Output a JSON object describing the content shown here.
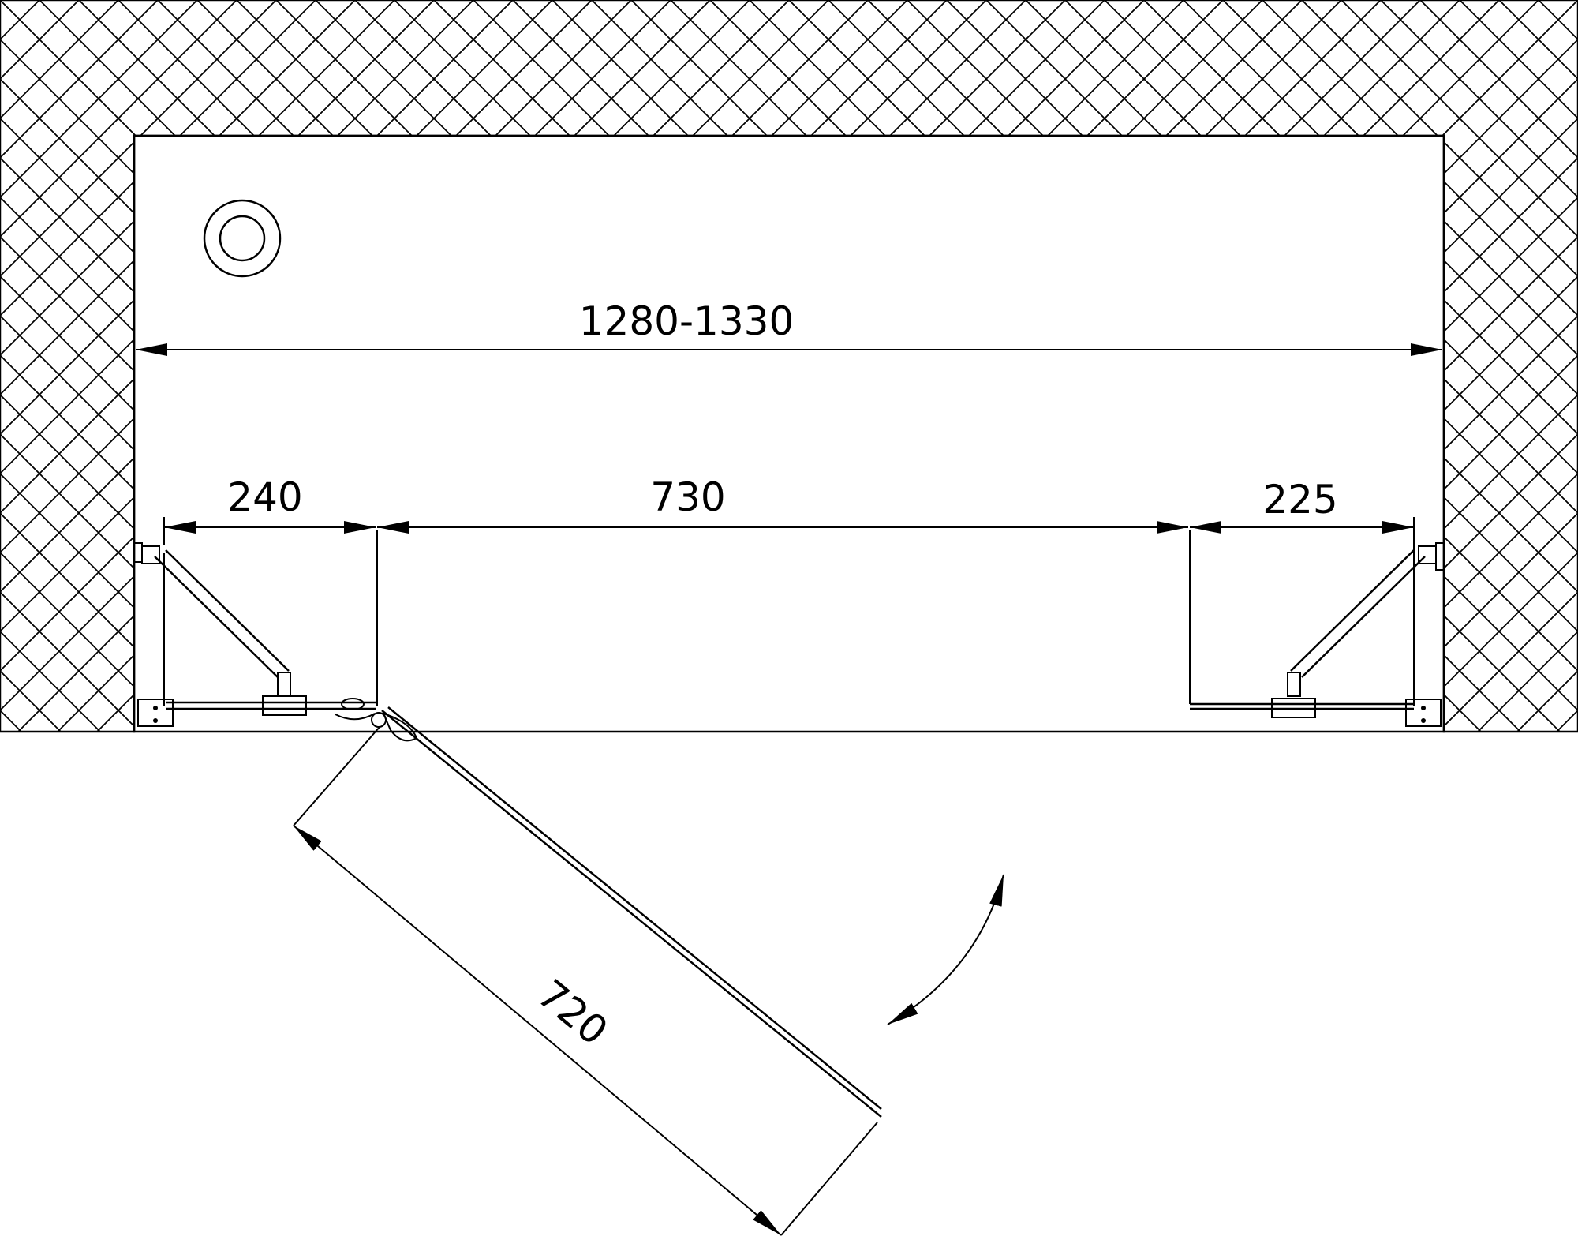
{
  "dimensions": {
    "overall_width": "1280-1330",
    "left_fixed_panel": "240",
    "door_opening": "730",
    "right_fixed_panel": "225",
    "door_leaf": "720"
  },
  "colors": {
    "line": "#000000",
    "background": "#ffffff"
  },
  "icons": {
    "drain": "drain-icon",
    "swing": "door-swing-arc-icon"
  }
}
